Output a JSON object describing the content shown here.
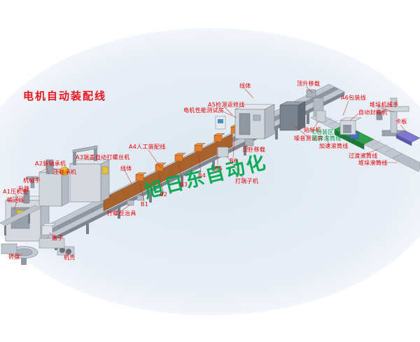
{
  "diagram": {
    "title": "电机自动装配线",
    "watermark": "旭日东自动化",
    "labels": {
      "a1": "A1压机壳",
      "a2": "A2装轴承机",
      "a3": "A3端盖自动打螺丝机",
      "a4": "A4人工装配线",
      "a5": "A5检测返修线",
      "a6": "A6包装线",
      "line_body_1": "线体",
      "line_body_2": "线体",
      "lift_transfer_1": "顶升移载",
      "lift_transfer_2": "顶升移载",
      "stacker_robot": "堆垛机械手",
      "carton_sealer": "自动封箱机",
      "pallet": "卡板",
      "labeler": "贴标机",
      "motor_test_room": "电机性能测试房",
      "noise_test_room": "噪音测试房",
      "c_packing_area": "C包装区",
      "buffer_roller": "暂存滚筒线",
      "accel_roller": "加速滚筒线",
      "transition_roller": "过渡滚筒线",
      "stacking_roller": "堆垛滚筒线",
      "terminal_machine": "打端子机",
      "b1": "B1",
      "b2": "B2",
      "b3": "B3",
      "b4": "B4",
      "b5": "B5",
      "b6": "B6",
      "bearing_press": "压轴承机",
      "robot_hand": "机械手",
      "lift": "升降",
      "conveyor_line": "输送线",
      "screw_fixture": "拧螺丝治具",
      "box": "盒子",
      "shell": "机壳",
      "turntable": "转盘"
    },
    "colors": {
      "label_red": "#e60000",
      "label_green": "#00a04a",
      "title_red": "#e8151b",
      "watermark_green": "#00a84f",
      "belt_orange": "#a8622b",
      "product_orange": "#e07f2e",
      "packing_green": "#2fa14d",
      "pallet_purple": "#8078cc",
      "machine_gray": "#d2d7dd"
    }
  }
}
